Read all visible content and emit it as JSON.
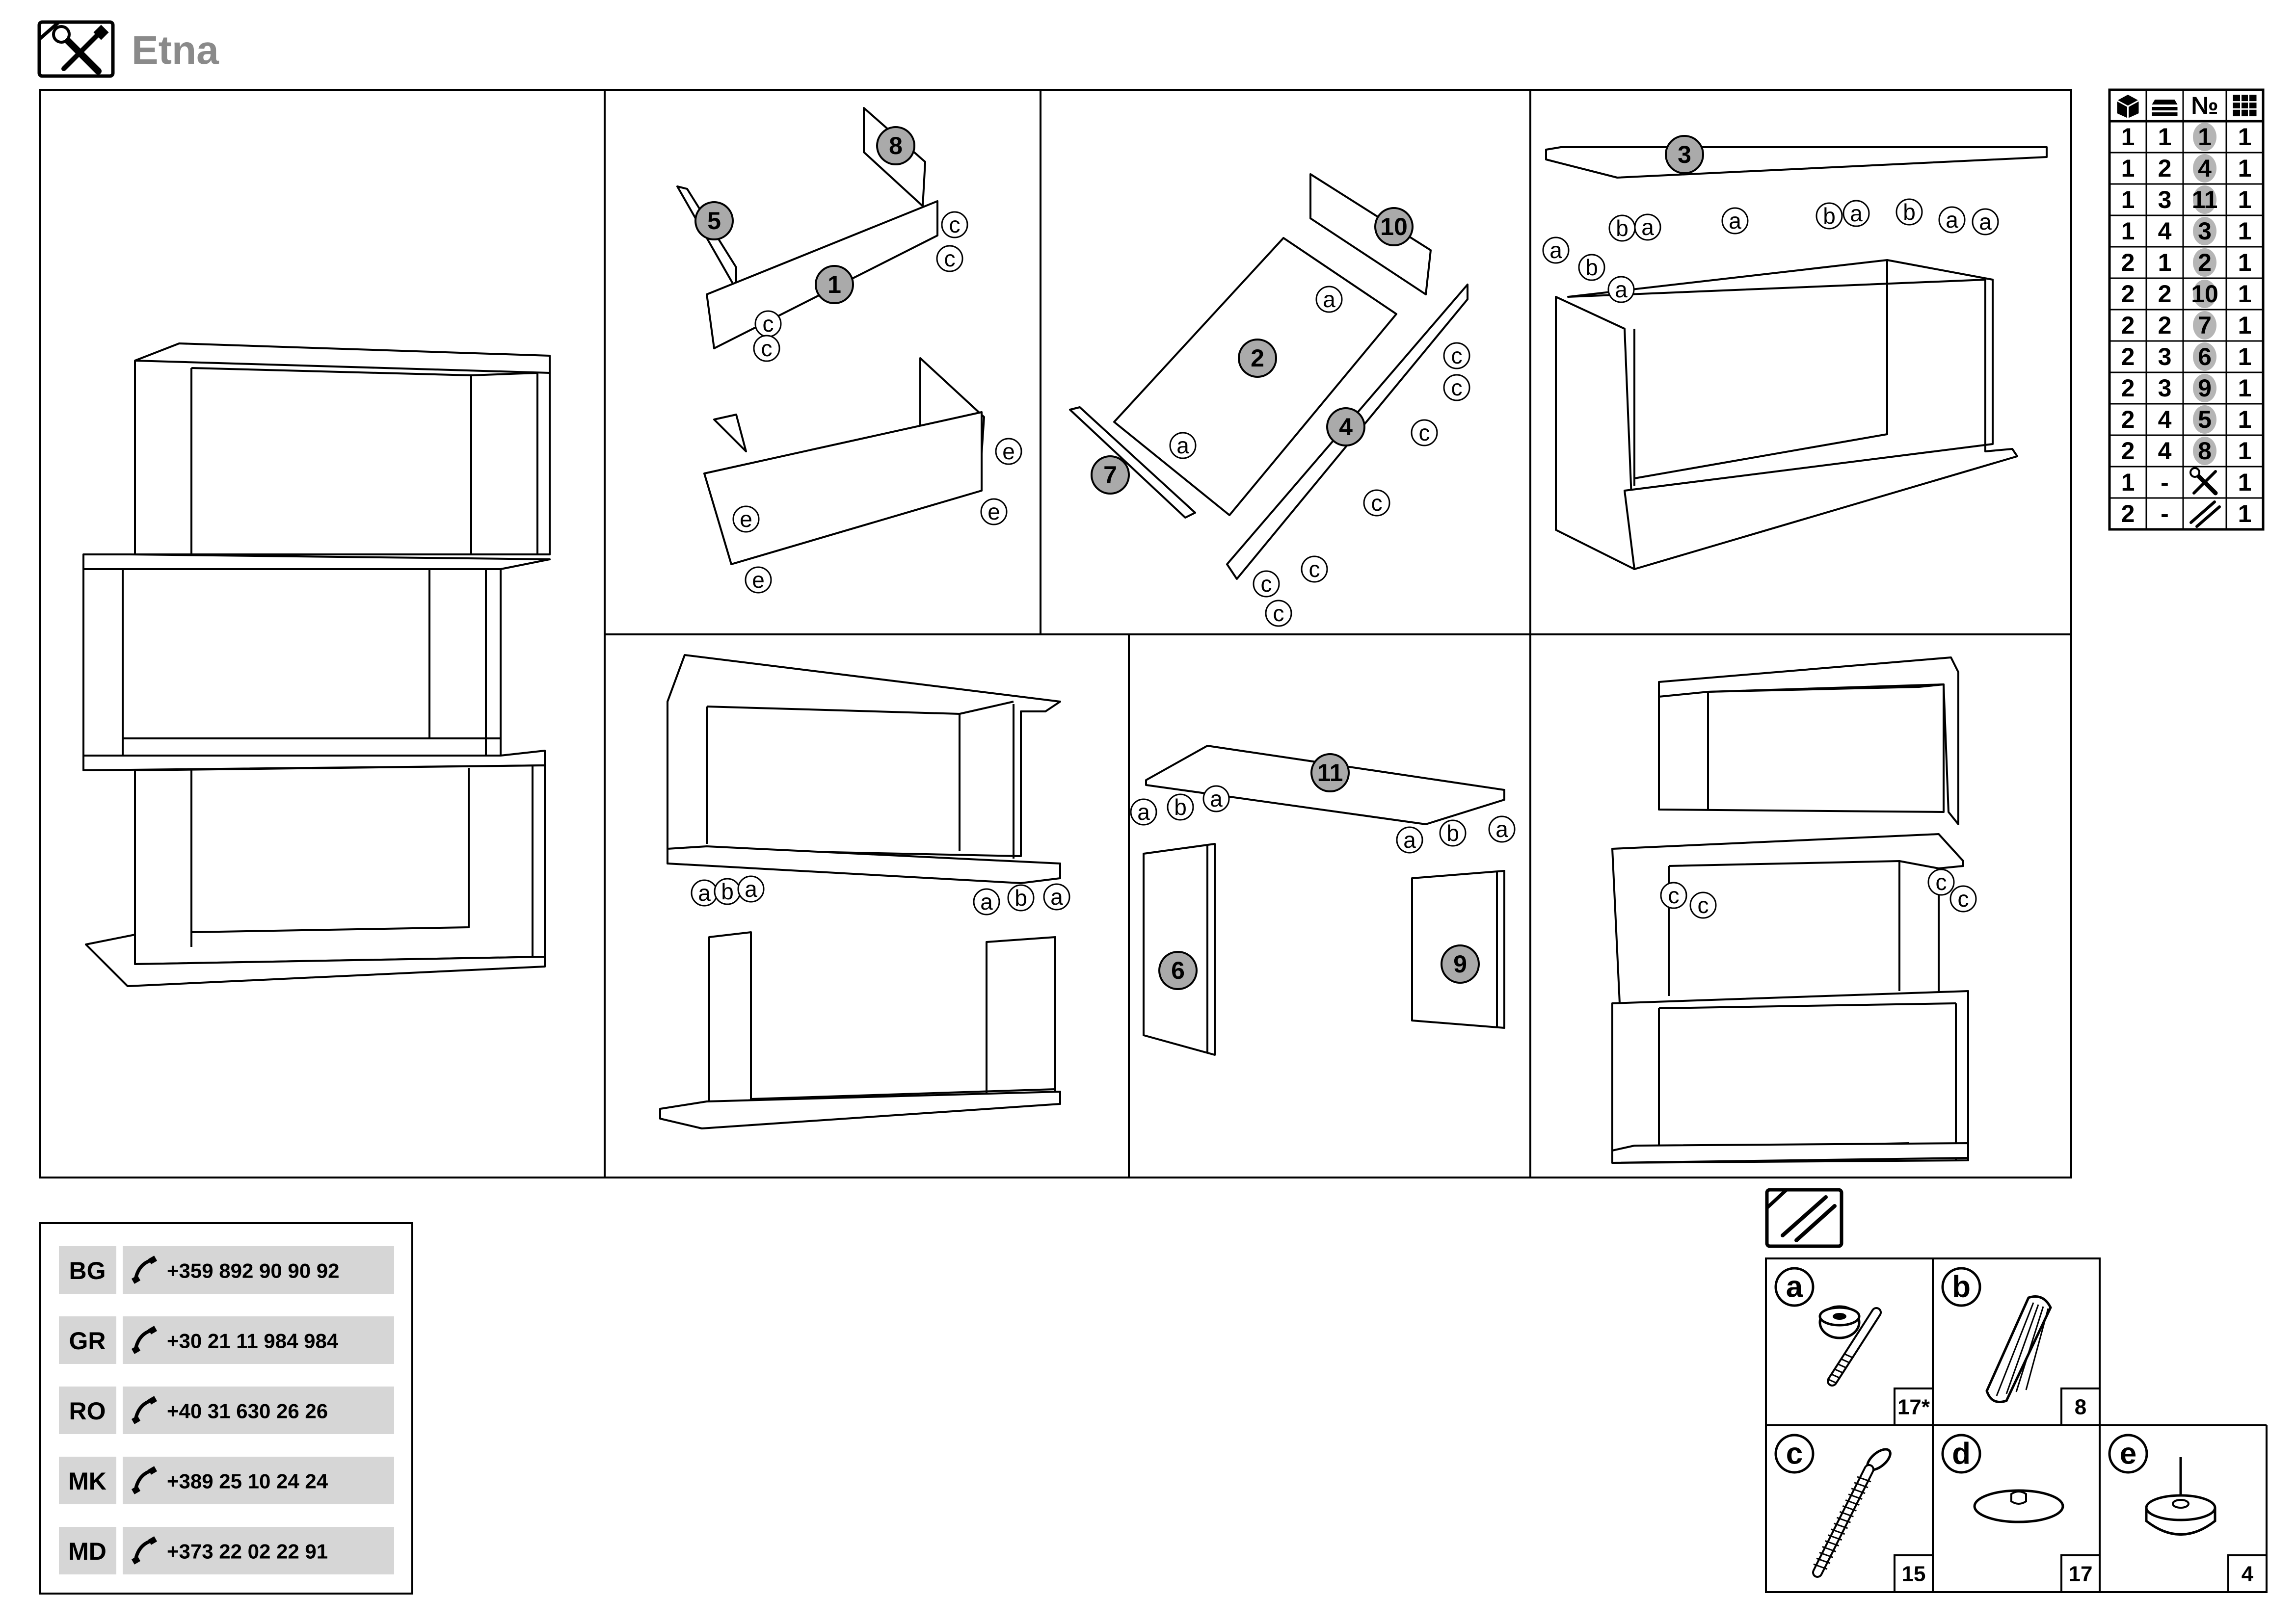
{
  "header": {
    "title": "Etna",
    "tool_icon": "tools-icon"
  },
  "panels": {
    "step1": {
      "parts": [
        "5",
        "8",
        "1"
      ],
      "fittings": [
        "c",
        "c",
        "c",
        "c",
        "e",
        "e",
        "e",
        "e"
      ]
    },
    "step2": {
      "parts": [
        "10",
        "2",
        "4",
        "7"
      ],
      "fittings": [
        "a",
        "a",
        "c",
        "c",
        "c",
        "c",
        "c",
        "c",
        "c",
        "c"
      ]
    },
    "step3": {
      "parts": [
        "3"
      ],
      "fittings": [
        "a",
        "b",
        "a",
        "b",
        "a",
        "a",
        "b",
        "a",
        "b",
        "a",
        "a"
      ]
    },
    "step4": {
      "fittings": [
        "a",
        "b",
        "a",
        "a",
        "b",
        "a"
      ]
    },
    "step5": {
      "parts": [
        "11",
        "6",
        "9"
      ],
      "fittings": [
        "a",
        "b",
        "a",
        "a",
        "b",
        "a"
      ]
    },
    "step6": {
      "fittings": [
        "c",
        "c",
        "c",
        "c"
      ]
    }
  },
  "parts_table": {
    "header_icons": [
      "box-icon",
      "stack-icon",
      "№",
      "grid-icon"
    ],
    "rows": [
      [
        "1",
        "1",
        "1",
        "1"
      ],
      [
        "1",
        "2",
        "4",
        "1"
      ],
      [
        "1",
        "3",
        "11",
        "1"
      ],
      [
        "1",
        "4",
        "3",
        "1"
      ],
      [
        "2",
        "1",
        "2",
        "1"
      ],
      [
        "2",
        "2",
        "10",
        "1"
      ],
      [
        "2",
        "2",
        "7",
        "1"
      ],
      [
        "2",
        "3",
        "6",
        "1"
      ],
      [
        "2",
        "3",
        "9",
        "1"
      ],
      [
        "2",
        "4",
        "5",
        "1"
      ],
      [
        "2",
        "4",
        "8",
        "1"
      ],
      [
        "1",
        "-",
        "tools-icon",
        "1"
      ],
      [
        "2",
        "-",
        "hardware-icon",
        "1"
      ]
    ]
  },
  "contacts": [
    {
      "code": "BG",
      "phone": "+359 892 90 90 92"
    },
    {
      "code": "GR",
      "phone": "+30 21 11 984 984"
    },
    {
      "code": "RO",
      "phone": "+40 31 630 26 26"
    },
    {
      "code": "MK",
      "phone": "+389 25 10 24 24"
    },
    {
      "code": "MD",
      "phone": "+373 22 02 22 91"
    }
  ],
  "hardware": {
    "icon": "hardware-icon",
    "items": [
      {
        "letter": "a",
        "qty": "17*",
        "icon": "cam-lock-icon"
      },
      {
        "letter": "b",
        "qty": "8",
        "icon": "dowel-icon"
      },
      {
        "letter": "c",
        "qty": "15",
        "icon": "screw-icon"
      },
      {
        "letter": "d",
        "qty": "17",
        "icon": "adhesive-pad-icon"
      },
      {
        "letter": "e",
        "qty": "4",
        "icon": "nail-glide-icon"
      }
    ]
  }
}
